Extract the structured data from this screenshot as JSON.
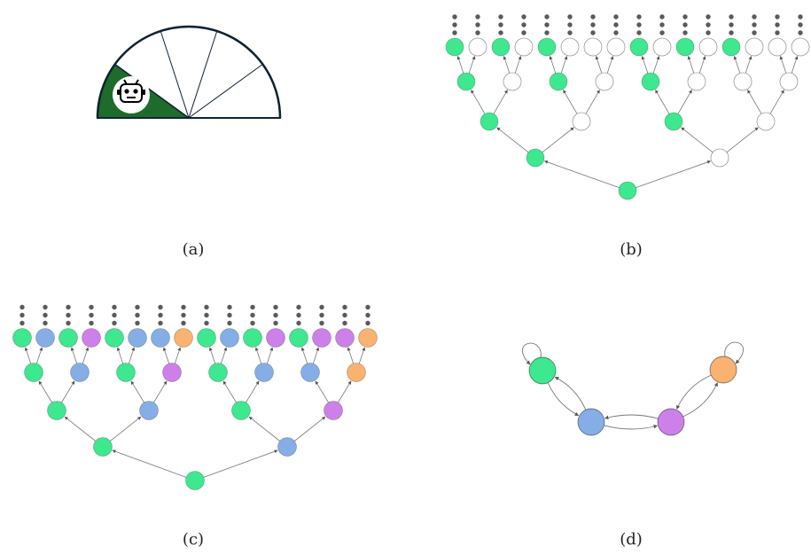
{
  "captions": {
    "a": "(a)",
    "b": "(b)",
    "c": "(c)",
    "d": "(d)"
  },
  "colors": {
    "green": "#3ee88e",
    "blue": "#86aee6",
    "purple": "#cd80ea",
    "orange": "#f9b26f",
    "white": "#ffffff",
    "wedge": "#1e6b2c",
    "outline": "#0e2233",
    "edge": "#777777",
    "dot": "#5a5a5a"
  },
  "panel_a": {
    "sectors": 5,
    "filled_sector": 0,
    "icon": "robot-icon"
  },
  "panel_b": {
    "levels": [
      [
        "green"
      ],
      [
        "green",
        "white"
      ],
      [
        "green",
        "white",
        "green",
        "white"
      ],
      [
        "green",
        "white",
        "green",
        "white",
        "green",
        "white",
        "white",
        "white"
      ],
      [
        "green",
        "white",
        "green",
        "white",
        "green",
        "white",
        "white",
        "white",
        "green",
        "white",
        "green",
        "white",
        "green",
        "white",
        "white",
        "white"
      ]
    ],
    "leaf_dots": 3
  },
  "panel_c": {
    "levels": [
      [
        "green"
      ],
      [
        "green",
        "blue"
      ],
      [
        "green",
        "blue",
        "green",
        "purple"
      ],
      [
        "green",
        "blue",
        "green",
        "purple",
        "green",
        "blue",
        "blue",
        "orange"
      ],
      [
        "green",
        "blue",
        "green",
        "purple",
        "green",
        "blue",
        "blue",
        "orange",
        "green",
        "blue",
        "green",
        "purple",
        "green",
        "purple",
        "purple",
        "orange"
      ]
    ],
    "leaf_dots": 3
  },
  "panel_d": {
    "nodes": [
      "green",
      "blue",
      "purple",
      "orange"
    ],
    "edges": [
      [
        "green",
        "green"
      ],
      [
        "green",
        "blue"
      ],
      [
        "blue",
        "green"
      ],
      [
        "blue",
        "purple"
      ],
      [
        "purple",
        "blue"
      ],
      [
        "purple",
        "orange"
      ],
      [
        "orange",
        "purple"
      ],
      [
        "orange",
        "orange"
      ]
    ]
  }
}
